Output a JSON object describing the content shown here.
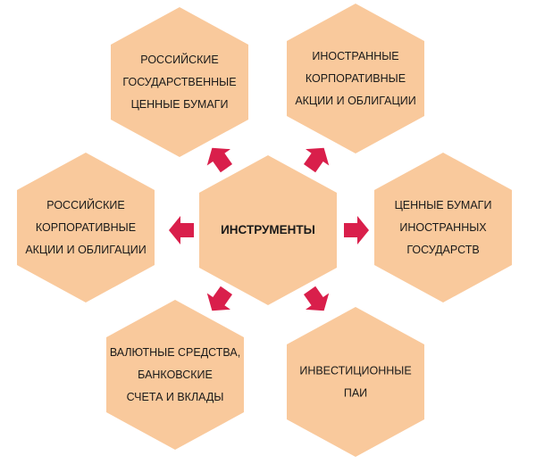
{
  "diagram": {
    "center": {
      "lines": [
        "ИНСТРУМЕНТЫ"
      ]
    },
    "nodes": [
      {
        "id": "top-left",
        "lines": [
          "РОССИЙСКИЕ",
          "ГОСУДАРСТВЕННЫЕ",
          "ЦЕННЫЕ БУМАГИ"
        ]
      },
      {
        "id": "top-right",
        "lines": [
          "ИНОСТРАННЫЕ",
          "КОРПОРАТИВНЫЕ",
          "АКЦИИ И ОБЛИГАЦИИ"
        ]
      },
      {
        "id": "left",
        "lines": [
          "РОССИЙСКИЕ",
          "КОРПОРАТИВНЫЕ",
          "АКЦИИ И ОБЛИГАЦИИ"
        ]
      },
      {
        "id": "right",
        "lines": [
          "ЦЕННЫЕ БУМАГИ",
          "ИНОСТРАННЫХ",
          "ГОСУДАРСТВ"
        ]
      },
      {
        "id": "bottom-left",
        "lines": [
          "ВАЛЮТНЫЕ СРЕДСТВА,",
          "БАНКОВСКИЕ",
          "СЧЕТА И ВКЛАДЫ"
        ]
      },
      {
        "id": "bottom-right",
        "lines": [
          "ИНВЕСТИЦИОННЫЕ",
          "ПАИ"
        ]
      }
    ],
    "colors": {
      "hex_fill": "#f9c99c",
      "arrow": "#d91f4b"
    }
  }
}
